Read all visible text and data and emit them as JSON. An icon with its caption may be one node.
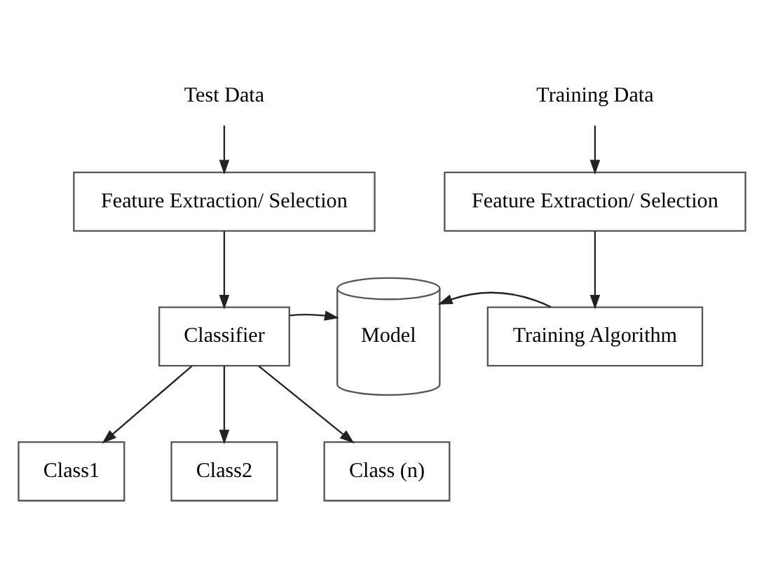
{
  "diagram": {
    "nodes": [
      {
        "text": [
          "Test Data"
        ]
      },
      {
        "text": [
          "Training Data"
        ]
      },
      {
        "text": [
          "Feature Extraction/ Selection"
        ]
      },
      {
        "text": [
          "Feature Extraction/ Selection"
        ]
      },
      {
        "text": [
          "Classifier"
        ]
      },
      {
        "text": [
          "Model"
        ]
      },
      {
        "text": [
          "Training Algorithm"
        ]
      },
      {
        "text": [
          "Class1"
        ]
      },
      {
        "text": [
          "Class2"
        ]
      },
      {
        "text": [
          "Class (n)"
        ]
      }
    ],
    "edges": [
      {
        "from": 0,
        "to": 2,
        "arrow": "to"
      },
      {
        "from": 1,
        "to": 3,
        "arrow": "to"
      },
      {
        "from": 2,
        "to": 4,
        "arrow": "to"
      },
      {
        "from": 3,
        "to": 6,
        "arrow": "to"
      },
      {
        "from": 4,
        "to": 5,
        "arrow": "to"
      },
      {
        "from": 6,
        "to": 5,
        "arrow": "to"
      },
      {
        "from": 4,
        "to": 7,
        "arrow": "to"
      },
      {
        "from": 4,
        "to": 8,
        "arrow": "to"
      },
      {
        "from": 4,
        "to": 9,
        "arrow": "to"
      }
    ]
  }
}
